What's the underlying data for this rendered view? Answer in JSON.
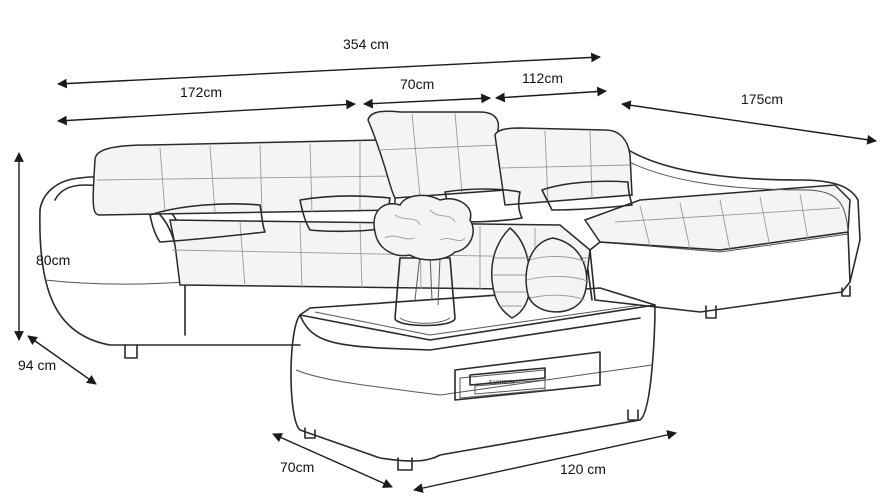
{
  "drawing": {
    "subject": "sofa-with-coffee-table",
    "line_color": "#2a2a2a",
    "background_color": "#ffffff"
  },
  "dimensions": {
    "total_width": "354 cm",
    "left_section": "172cm",
    "middle_section": "70cm",
    "right_section": "112cm",
    "chaise_length": "175cm",
    "height": "80cm",
    "depth": "94 cm",
    "table_depth": "70cm",
    "table_width": "120 cm"
  },
  "book": {
    "spine_title": "FASHION"
  }
}
